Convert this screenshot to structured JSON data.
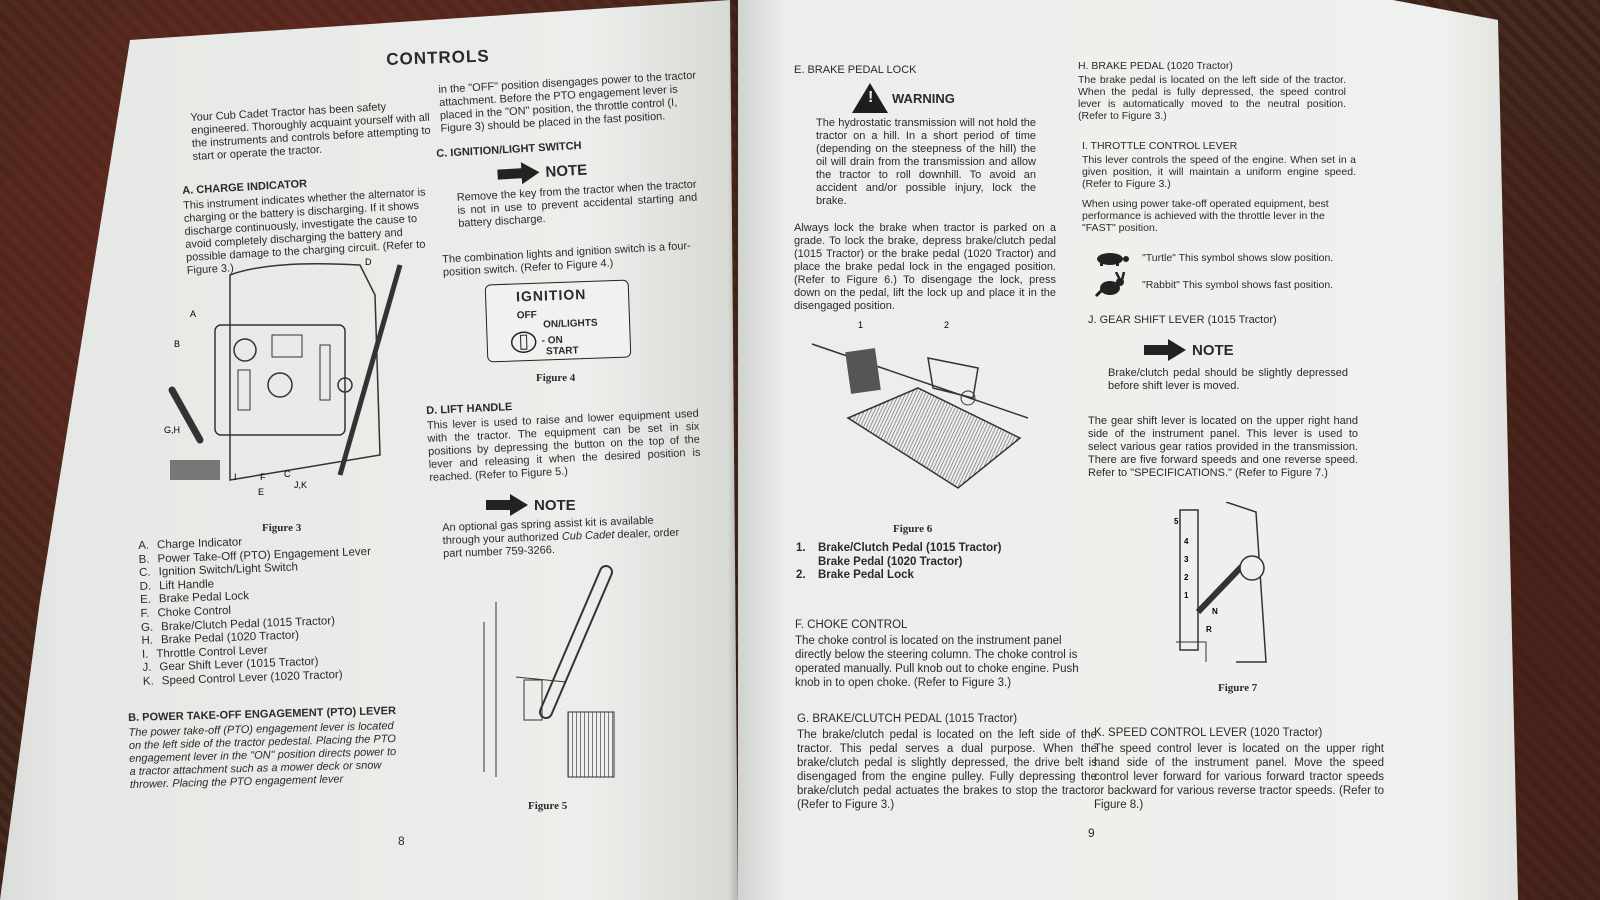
{
  "page_left": {
    "title": "CONTROLS",
    "intro": "Your Cub Cadet Tractor has been safety engineered. Thoroughly acquaint yourself with all the instruments and controls before attempting to start or operate the tractor.",
    "a_heading": "A. CHARGE INDICATOR",
    "a_text": "This instrument indicates whether the alternator is charging or the battery is discharging. If it shows discharge continuously, investigate the cause to avoid completely discharging the battery and possible damage to the charging circuit. (Refer to Figure 3.)",
    "fig3_callouts": [
      "A",
      "B",
      "D",
      "G,H",
      "I",
      "F",
      "E",
      "C",
      "J,K"
    ],
    "fig3_caption": "Figure 3",
    "legend": [
      {
        "k": "A.",
        "v": "Charge Indicator"
      },
      {
        "k": "B.",
        "v": "Power Take-Off (PTO) Engagement Lever"
      },
      {
        "k": "C.",
        "v": "Ignition Switch/Light Switch"
      },
      {
        "k": "D.",
        "v": "Lift Handle"
      },
      {
        "k": "E.",
        "v": "Brake Pedal Lock"
      },
      {
        "k": "F.",
        "v": "Choke Control"
      },
      {
        "k": "G.",
        "v": "Brake/Clutch Pedal (1015 Tractor)"
      },
      {
        "k": "H.",
        "v": "Brake Pedal (1020 Tractor)"
      },
      {
        "k": "I.",
        "v": "Throttle Control Lever"
      },
      {
        "k": "J.",
        "v": "Gear Shift Lever (1015 Tractor)"
      },
      {
        "k": "K.",
        "v": "Speed Control Lever (1020 Tractor)"
      }
    ],
    "b_heading": "B. POWER TAKE-OFF ENGAGEMENT (PTO) LEVER",
    "b_text": "The power take-off (PTO) engagement lever is located on the left side of the tractor pedestal. Placing the PTO engagement lever in the \"ON\" position directs power to a tractor attachment such as a mower deck or snow thrower. Placing the PTO engagement lever",
    "col2_top": "in the \"OFF\" position disengages power to the tractor attachment. Before the PTO engagement lever is placed in the \"ON\" position, the throttle control (I, Figure 3) should be placed in the fast position.",
    "c_heading": "C. IGNITION/LIGHT SWITCH",
    "note_label": "NOTE",
    "c_note": "Remove the key from the tractor when the tractor is not in use to prevent accidental starting and battery discharge.",
    "c_text": "The combination lights and ignition switch is a four-position switch. (Refer to Figure 4.)",
    "ignition": {
      "title": "IGNITION",
      "off": "OFF",
      "on_lights": "ON/LIGHTS",
      "on": "- ON",
      "start": "START"
    },
    "fig4_caption": "Figure 4",
    "d_heading": "D. LIFT HANDLE",
    "d_text": "This lever is used to raise and lower equipment used with the tractor. The equipment can be set in six positions by depressing the button on the top of the lever and releasing it when the desired position is reached. (Refer to Figure 5.)",
    "d_note_prefix": "An optional gas spring assist kit is available through your authorized ",
    "d_note_brand": "Cub Cadet",
    "d_note_suffix": " dealer, order part number 759-3266.",
    "fig5_caption": "Figure 5",
    "page_number": "8"
  },
  "page_right": {
    "e_heading": "E. BRAKE PEDAL LOCK",
    "warning_label": "WARNING",
    "e_warning": "The hydrostatic transmission will not hold the tractor on a hill. In a short period of time (depending on the steepness of the hill) the oil will drain from the transmission and allow the tractor to roll downhill. To avoid an accident and/or possible injury, lock the brake.",
    "e_text": "Always lock the brake when tractor is parked on a grade. To lock the brake, depress brake/clutch pedal (1015 Tractor) or the brake pedal (1020 Tractor) and place the brake pedal lock in the engaged position. (Refer to Figure 6.) To disengage the lock, press down on the pedal, lift the lock up and place it in the disengaged position.",
    "fig6_callouts": [
      "1",
      "2"
    ],
    "fig6_caption": "Figure 6",
    "fig6_list": [
      {
        "k": "1.",
        "v": "Brake/Clutch Pedal (1015 Tractor)"
      },
      {
        "k": "",
        "v": "Brake Pedal (1020 Tractor)"
      },
      {
        "k": "2.",
        "v": "Brake Pedal Lock"
      }
    ],
    "f_heading": "F. CHOKE CONTROL",
    "f_text": "The choke control is located on the instrument panel directly below the steering column. The choke control is operated manually. Pull knob out to choke engine. Push knob in to open choke. (Refer to Figure 3.)",
    "g_heading": "G. BRAKE/CLUTCH PEDAL (1015 Tractor)",
    "g_text": "The brake/clutch pedal is located on the left side of the tractor. This pedal serves a dual purpose. When the brake/clutch pedal is slightly depressed, the drive belt is disengaged from the engine pulley. Fully depressing the brake/clutch pedal actuates the brakes to stop the tractor. (Refer to Figure 3.)",
    "h_heading": "H. BRAKE PEDAL (1020 Tractor)",
    "h_text": "The brake pedal is located on the left side of the tractor. When the pedal is fully depressed, the speed control lever is automatically moved to the neutral position. (Refer to Figure 3.)",
    "i_heading": "I. THROTTLE CONTROL LEVER",
    "i_text": "This lever controls the speed of the engine. When set in a given position, it will maintain a uniform engine speed. (Refer to Figure 3.)",
    "i_text2": "When using power take-off operated equipment, best performance is achieved with the throttle lever in the \"FAST\" position.",
    "turtle": "\"Turtle\" This symbol shows slow position.",
    "rabbit": "\"Rabbit\" This symbol shows fast position.",
    "j_heading": "J. GEAR SHIFT LEVER (1015 Tractor)",
    "note_label": "NOTE",
    "j_note": "Brake/clutch pedal should be slightly depressed before shift lever is moved.",
    "j_text": "The gear shift lever is located on the upper right hand side of the instrument panel. This lever is used to select various gear ratios provided in the transmission. There are five forward speeds and one reverse speed. Refer to \"SPECIFICATIONS.\" (Refer to Figure 7.)",
    "fig7_gears": [
      "5",
      "4",
      "3",
      "2",
      "1",
      "N",
      "R"
    ],
    "fig7_caption": "Figure 7",
    "k_heading": "K. SPEED CONTROL LEVER (1020 Tractor)",
    "k_text": "The speed control lever is located on the upper right hand side of the instrument panel. Move the speed control lever forward for various forward tractor speeds or backward for various reverse tractor speeds. (Refer to Figure 8.)",
    "page_number": "9"
  }
}
